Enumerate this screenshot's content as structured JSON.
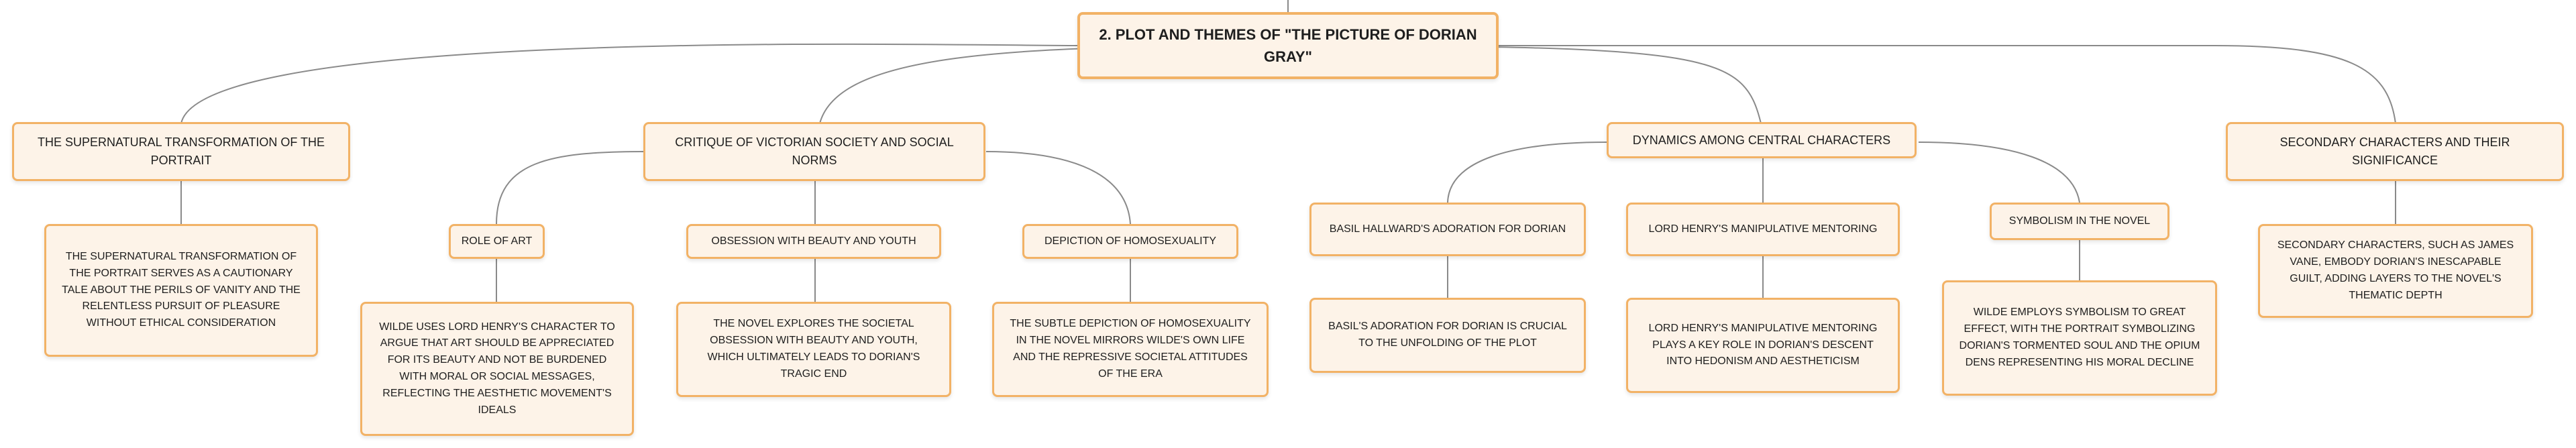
{
  "root": {
    "title": "2. PLOT AND THEMES OF \"THE PICTURE OF DORIAN GRAY\""
  },
  "branches": {
    "supernatural": {
      "title": "THE SUPERNATURAL TRANSFORMATION OF THE PORTRAIT",
      "detail": "THE SUPERNATURAL TRANSFORMATION OF THE PORTRAIT SERVES AS A CAUTIONARY TALE ABOUT THE PERILS OF VANITY AND THE RELENTLESS PURSUIT OF PLEASURE WITHOUT ETHICAL CONSIDERATION"
    },
    "critique": {
      "title": "CRITIQUE OF VICTORIAN SOCIETY AND SOCIAL NORMS",
      "children": [
        {
          "title": "ROLE OF ART",
          "detail": "WILDE USES LORD HENRY'S CHARACTER TO ARGUE THAT ART SHOULD BE APPRECIATED FOR ITS BEAUTY AND NOT BE BURDENED WITH MORAL OR SOCIAL MESSAGES, REFLECTING THE AESTHETIC MOVEMENT'S IDEALS"
        },
        {
          "title": "OBSESSION WITH BEAUTY AND YOUTH",
          "detail": "THE NOVEL EXPLORES THE SOCIETAL OBSESSION WITH BEAUTY AND YOUTH, WHICH ULTIMATELY LEADS TO DORIAN'S TRAGIC END"
        },
        {
          "title": "DEPICTION OF HOMOSEXUALITY",
          "detail": "THE SUBTLE DEPICTION OF HOMOSEXUALITY IN THE NOVEL MIRRORS WILDE'S OWN LIFE AND THE REPRESSIVE SOCIETAL ATTITUDES OF THE ERA"
        }
      ]
    },
    "dynamics": {
      "title": "DYNAMICS AMONG CENTRAL CHARACTERS",
      "children": [
        {
          "title": "BASIL HALLWARD'S ADORATION FOR DORIAN",
          "detail": "BASIL'S ADORATION FOR DORIAN IS CRUCIAL TO THE UNFOLDING OF THE PLOT"
        },
        {
          "title": "LORD HENRY'S MANIPULATIVE MENTORING",
          "detail": "LORD HENRY'S MANIPULATIVE MENTORING PLAYS A KEY ROLE IN DORIAN'S DESCENT INTO HEDONISM AND AESTHETICISM"
        },
        {
          "title": "SYMBOLISM IN THE NOVEL",
          "detail": "WILDE EMPLOYS SYMBOLISM TO GREAT EFFECT, WITH THE PORTRAIT SYMBOLIZING DORIAN'S TORMENTED SOUL AND THE OPIUM DENS REPRESENTING HIS MORAL DECLINE"
        }
      ]
    },
    "secondary": {
      "title": "SECONDARY CHARACTERS AND THEIR SIGNIFICANCE",
      "detail": "SECONDARY CHARACTERS, SUCH AS JAMES VANE, EMBODY DORIAN'S INESCAPABLE GUILT, ADDING LAYERS TO THE NOVEL'S THEMATIC DEPTH"
    }
  }
}
